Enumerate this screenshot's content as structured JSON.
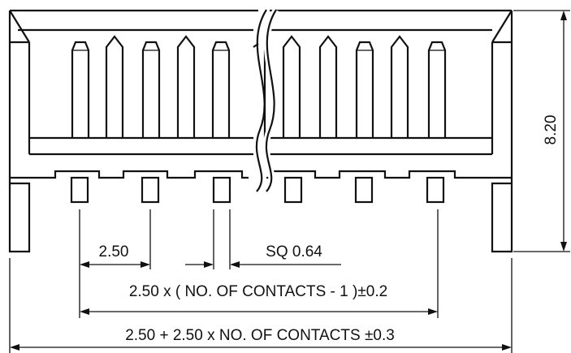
{
  "dimensions": {
    "height": "8.20",
    "pitch": "2.50",
    "pin_square": "SQ 0.64",
    "pin_span": "2.50 x ( NO. OF CONTACTS - 1 )±0.2",
    "overall_length": "2.50 + 2.50 x NO. OF CONTACTS ±0.3"
  }
}
